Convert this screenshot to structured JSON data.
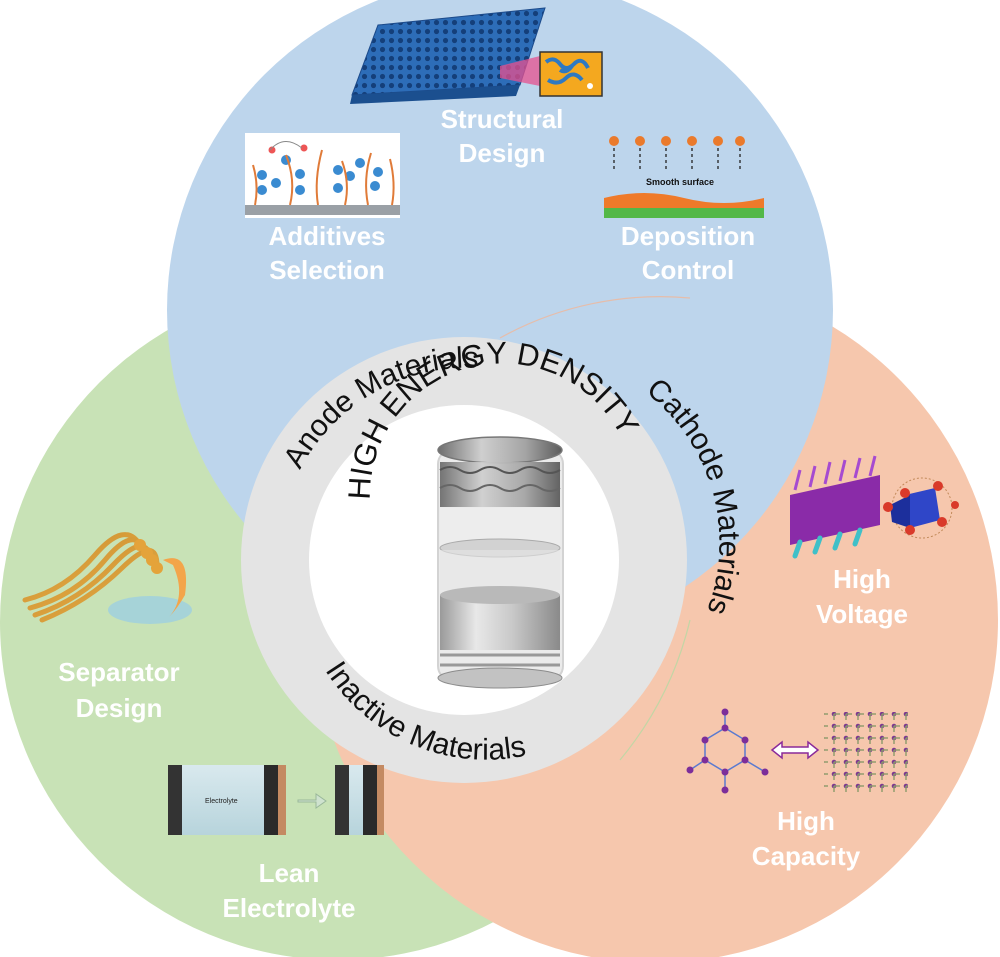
{
  "center": {
    "title": "HIGH ENERGY DENSITY"
  },
  "ring": {
    "anode": "Anode Materials",
    "cathode": "Cathode Materials",
    "inactive": "Inactive Materials"
  },
  "anode_circle": {
    "color": "#bdd5ec",
    "structural": [
      "Structural",
      "Design"
    ],
    "additives": [
      "Additives",
      "Selection"
    ],
    "deposition": [
      "Deposition",
      "Control"
    ],
    "smooth_surface": "Smooth surface"
  },
  "cathode_circle": {
    "color": "#f6c7ad",
    "voltage": [
      "High",
      "Voltage"
    ],
    "capacity": [
      "High",
      "Capacity"
    ]
  },
  "inactive_circle": {
    "color": "#c8e2b6",
    "separator": [
      "Separator",
      "Design"
    ],
    "electrolyte": [
      "Lean",
      "Electrolyte"
    ],
    "electrolyte_box": "Electrolyte"
  },
  "colors": {
    "ring": "#e4e4e4",
    "label_text": "#ffffff"
  }
}
